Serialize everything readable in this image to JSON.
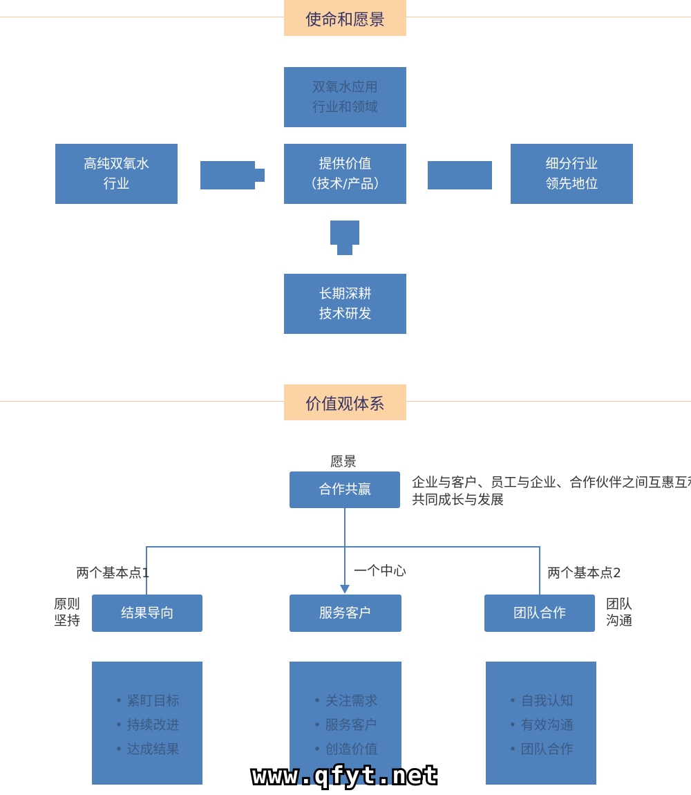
{
  "section1": {
    "title": "使命和愿景",
    "top": {
      "line1": "双氧水应用",
      "line2": "行业和领域"
    },
    "left": {
      "line1": "高纯双氧水",
      "line2": "行业"
    },
    "center": {
      "line1": "提供价值",
      "line2": "（技术/产品）"
    },
    "right": {
      "line1": "细分行业",
      "line2": "领先地位"
    },
    "bottom": {
      "line1": "长期深耕",
      "line2": "技术研发"
    }
  },
  "section2": {
    "title": "价值观体系",
    "top_label": "愿景",
    "top_box": "合作共赢",
    "top_desc": {
      "line1": "企业与客户、员工与企业、合作伙伴之间互惠互利",
      "line2": "共同成长与发展"
    },
    "left_label": "两个基本点1",
    "center_label": "一个中心",
    "right_label": "两个基本点2",
    "left_side": {
      "line1": "原则",
      "line2": "坚持"
    },
    "right_side": {
      "line1": "团队",
      "line2": "沟通"
    },
    "boxes": [
      "结果导向",
      "服务客户",
      "团队合作"
    ],
    "lists": [
      [
        "紧盯目标",
        "持续改进",
        "达成结果"
      ],
      [
        "关注需求",
        "服务客户",
        "创造价值"
      ],
      [
        "自我认知",
        "有效沟通",
        "团队合作"
      ]
    ]
  },
  "watermark": "www.qfyt.net",
  "colors": {
    "box": "#4f81bd",
    "title_bg": "#fcd3a4",
    "rule": "#f5c89a"
  }
}
